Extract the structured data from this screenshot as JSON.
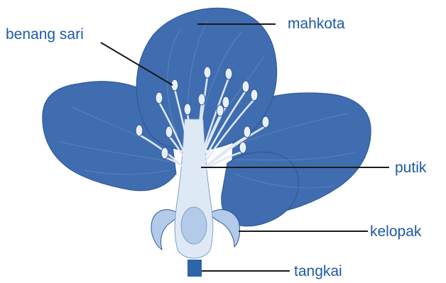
{
  "labels": {
    "mahkota": "mahkota",
    "benang_sari": "benang sari",
    "putik": "putik",
    "kelopak": "kelopak",
    "tangkai": "tangkai"
  },
  "colors": {
    "label_text": "#1d5aa6",
    "leader_line": "#1a1a1a",
    "petal": "#3f6db0",
    "petal_dark": "#2c5597",
    "petal_vein": "#7d9fcf",
    "center": "#b3cbe8",
    "center_light": "#dfe9f6",
    "anther": "#e9f0fa",
    "stalk": "#2e64a8"
  }
}
